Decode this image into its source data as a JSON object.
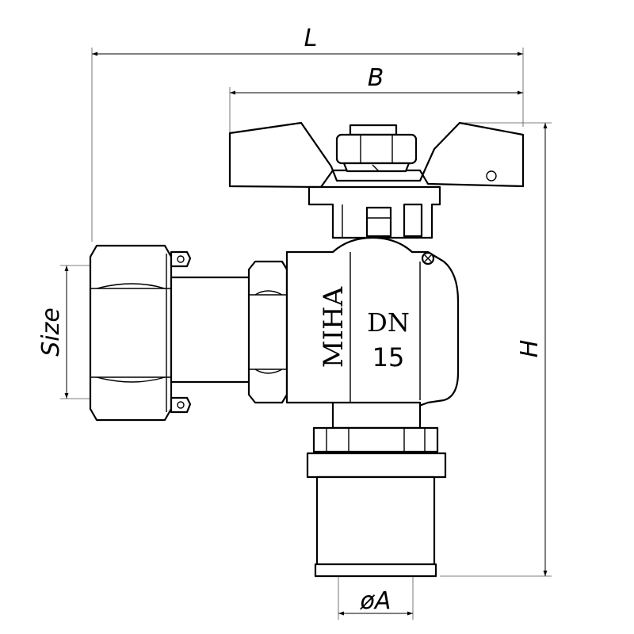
{
  "dimensions": {
    "overall_length": "L",
    "handle_width": "B",
    "height": "H",
    "thread_size": "Size",
    "pipe_diameter": "øA"
  },
  "body_marking": {
    "brand": "MIHA",
    "nominal_diameter_label": "DN",
    "nominal_diameter_value": "15"
  }
}
